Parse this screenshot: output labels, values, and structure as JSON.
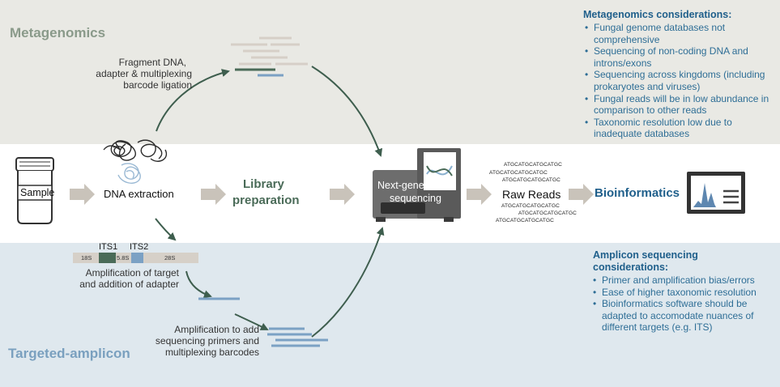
{
  "sections": {
    "metagenomics": "Metagenomics",
    "targeted": "Targeted-amplicon"
  },
  "pipeline": {
    "sample": "Sample",
    "extraction": "DNA extraction",
    "library": [
      "Library",
      "preparation"
    ],
    "sequencing": [
      "Next-generation",
      "sequencing"
    ],
    "raw_reads": "Raw Reads",
    "bioinformatics": "Bioinformatics"
  },
  "metagenomics_step": [
    "Fragment DNA,",
    "adapter & multiplexing",
    "barcode ligation"
  ],
  "amplicon_steps": {
    "its1": "ITS1",
    "its2": "ITS2",
    "r18s": "18S",
    "r58s": "5.8S",
    "r28s": "28S",
    "amplification": [
      "Amplification of target",
      "and addition of adapter"
    ],
    "amplification_primers": [
      "Amplification to add",
      "sequencing primers and",
      "multiplexing barcodes"
    ]
  },
  "reads_sequences": [
    "ATGCATGCATGCATGC",
    "ATGCATGCATGCATGC",
    "ATGCATGCATGCATGC",
    "ATGCATGCATGCATGC",
    "ATGCATGCATGCATGC",
    "ATGCATGCATGCATGC"
  ],
  "metagenomics_considerations": {
    "title": "Metagenomics considerations:",
    "items": [
      "Fungal genome databases not comprehensive",
      "Sequencing of non-coding DNA and introns/exons",
      "Sequencing across kingdoms (including prokaryotes and viruses)",
      "Fungal reads will be in low abundance in comparison to other reads",
      "Taxonomic resolution low due to inadequate databases"
    ]
  },
  "amplicon_considerations": {
    "title": [
      "Amplicon sequencing",
      "considerations:"
    ],
    "items": [
      "Primer and amplification bias/errors",
      "Ease of higher taxonomic resolution",
      "Bioinformatics software should be adapted to accomodate nuances of different targets (e.g. ITS)"
    ]
  },
  "colors": {
    "metagenomics_band": "#e9e9e4",
    "amplicon_band": "#dfe8ee",
    "meta_green": "#4a6b58",
    "amplicon_blue": "#7ba1c4",
    "bio_blue": "#1f5f8b",
    "pipeline_arrow": "#c9c3ba"
  }
}
